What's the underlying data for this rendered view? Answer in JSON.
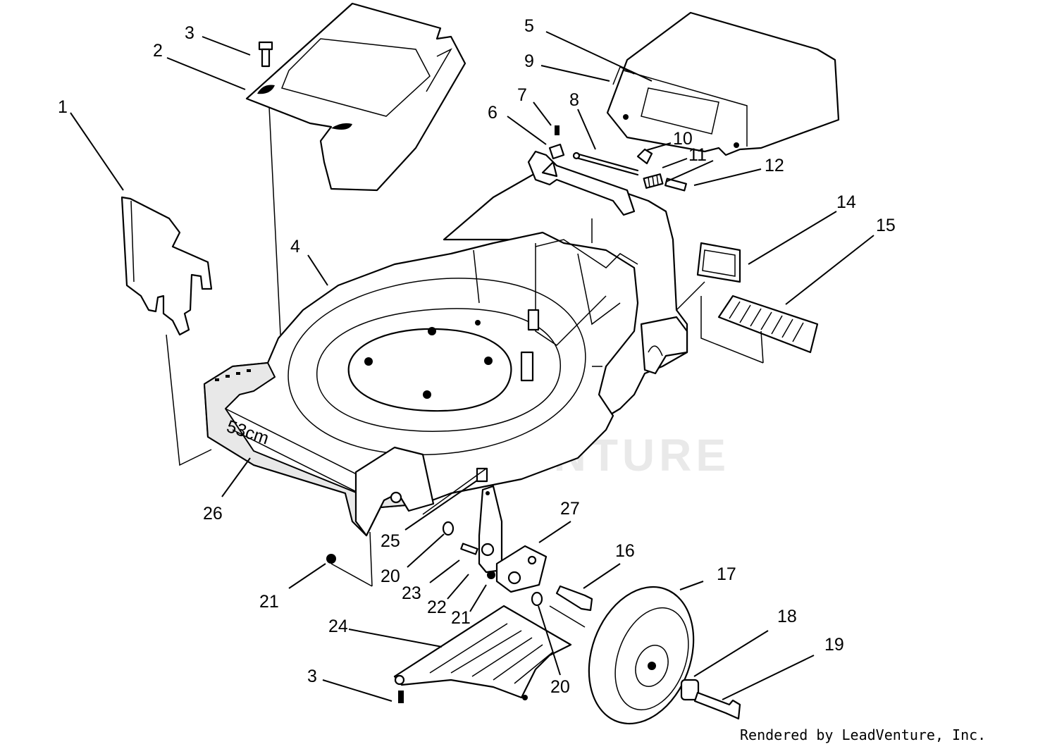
{
  "credit": "Rendered by LeadVenture, Inc.",
  "watermark": "LEADVENTURE",
  "callouts": [
    {
      "id": "c1",
      "text": "1"
    },
    {
      "id": "c2",
      "text": "2"
    },
    {
      "id": "c3a",
      "text": "3"
    },
    {
      "id": "c3b",
      "text": "3"
    },
    {
      "id": "c4",
      "text": "4"
    },
    {
      "id": "c5",
      "text": "5"
    },
    {
      "id": "c6",
      "text": "6"
    },
    {
      "id": "c7",
      "text": "7"
    },
    {
      "id": "c8",
      "text": "8"
    },
    {
      "id": "c9",
      "text": "9"
    },
    {
      "id": "c10",
      "text": "10"
    },
    {
      "id": "c11",
      "text": "11"
    },
    {
      "id": "c12",
      "text": "12"
    },
    {
      "id": "c14",
      "text": "14"
    },
    {
      "id": "c15",
      "text": "15"
    },
    {
      "id": "c16",
      "text": "16"
    },
    {
      "id": "c17",
      "text": "17"
    },
    {
      "id": "c18",
      "text": "18"
    },
    {
      "id": "c19",
      "text": "19"
    },
    {
      "id": "c20a",
      "text": "20"
    },
    {
      "id": "c20b",
      "text": "20"
    },
    {
      "id": "c21a",
      "text": "21"
    },
    {
      "id": "c21b",
      "text": "21"
    },
    {
      "id": "c22",
      "text": "22"
    },
    {
      "id": "c23",
      "text": "23"
    },
    {
      "id": "c24",
      "text": "24"
    },
    {
      "id": "c25",
      "text": "25"
    },
    {
      "id": "c26",
      "text": "26"
    },
    {
      "id": "c27",
      "text": "27"
    }
  ],
  "deck_badge": "53cm"
}
